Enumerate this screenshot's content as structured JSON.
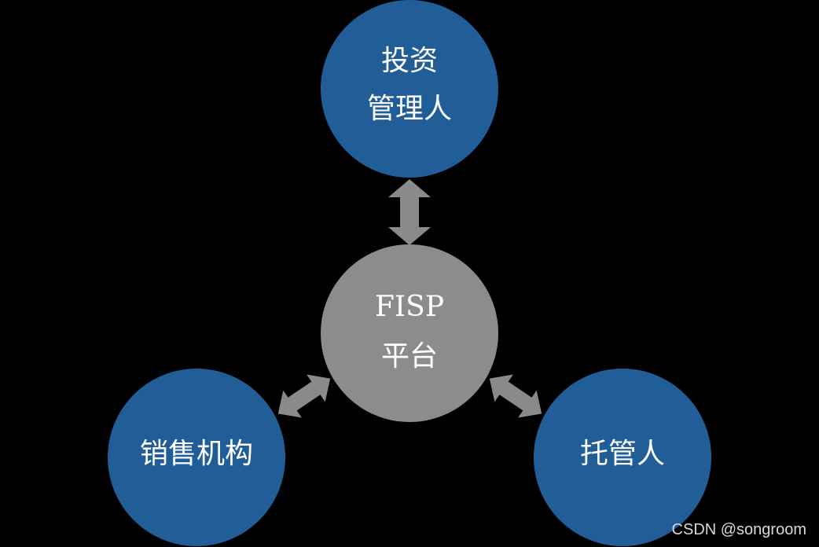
{
  "diagram": {
    "colors": {
      "background": "#000000",
      "party_fill": "#215d96",
      "platform_fill": "#8c8c8c",
      "arrow_fill": "#8a8a8a",
      "text": "#ffffff"
    },
    "platform": {
      "line1": "FISP",
      "line2": "平台"
    },
    "investment_manager": {
      "line1": "投资",
      "line2": "管理人"
    },
    "sales_agency": {
      "label": "销售机构"
    },
    "custodian": {
      "label": "托管人"
    }
  },
  "watermark": {
    "text": "CSDN @songroom"
  }
}
